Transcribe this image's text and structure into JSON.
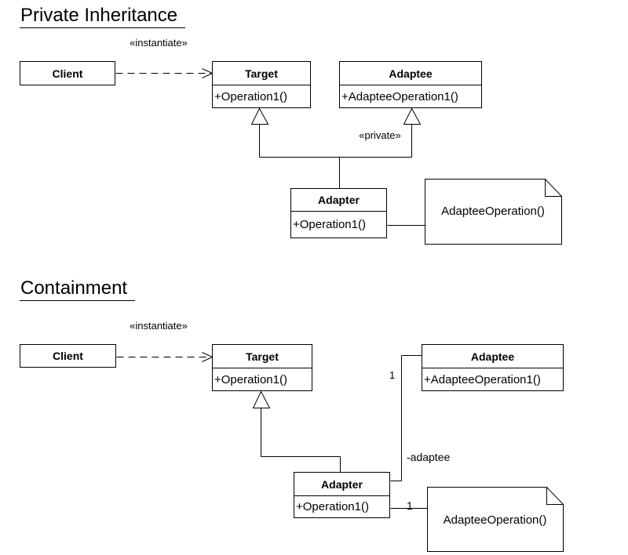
{
  "colors": {
    "line": "#000000",
    "background": "#ffffff",
    "text": "#000000"
  },
  "diagram1": {
    "title": "Private Inheritance",
    "instantiate_label": "«instantiate»",
    "private_label": "«private»",
    "client": {
      "name": "Client"
    },
    "target": {
      "name": "Target",
      "operation": "+Operation1()"
    },
    "adaptee": {
      "name": "Adaptee",
      "operation": "+AdapteeOperation1()"
    },
    "adapter": {
      "name": "Adapter",
      "operation": "+Operation1()"
    },
    "note": {
      "text": "AdapteeOperation()"
    }
  },
  "diagram2": {
    "title": "Containment",
    "instantiate_label": "«instantiate»",
    "adaptee_role_label": "-adaptee",
    "adaptee_multiplicity": "1",
    "note_multiplicity": "1",
    "client": {
      "name": "Client"
    },
    "target": {
      "name": "Target",
      "operation": "+Operation1()"
    },
    "adaptee": {
      "name": "Adaptee",
      "operation": "+AdapteeOperation1()"
    },
    "adapter": {
      "name": "Adapter",
      "operation": "+Operation1()"
    },
    "note": {
      "text": "AdapteeOperation()"
    }
  }
}
